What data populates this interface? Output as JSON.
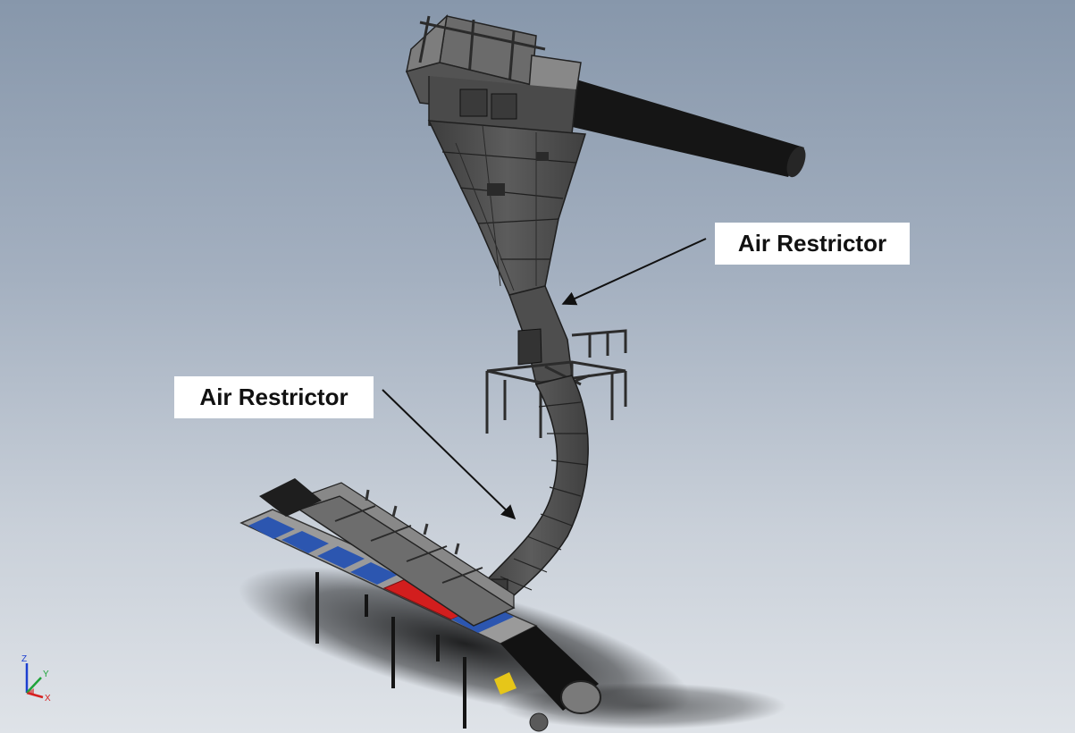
{
  "annotations": [
    {
      "id": "upper",
      "text": "Air Restrictor"
    },
    {
      "id": "lower",
      "text": "Air Restrictor"
    }
  ],
  "axis_triad": {
    "x": "X",
    "y": "Y",
    "z": "Z"
  },
  "colors": {
    "steel": "#4f4f4f",
    "steel_dark": "#2e2e2e",
    "belt_blue": "#2c56b0",
    "belt_red": "#d21e1e",
    "marker_yellow": "#e6c619",
    "label_bg": "#ffffff"
  }
}
